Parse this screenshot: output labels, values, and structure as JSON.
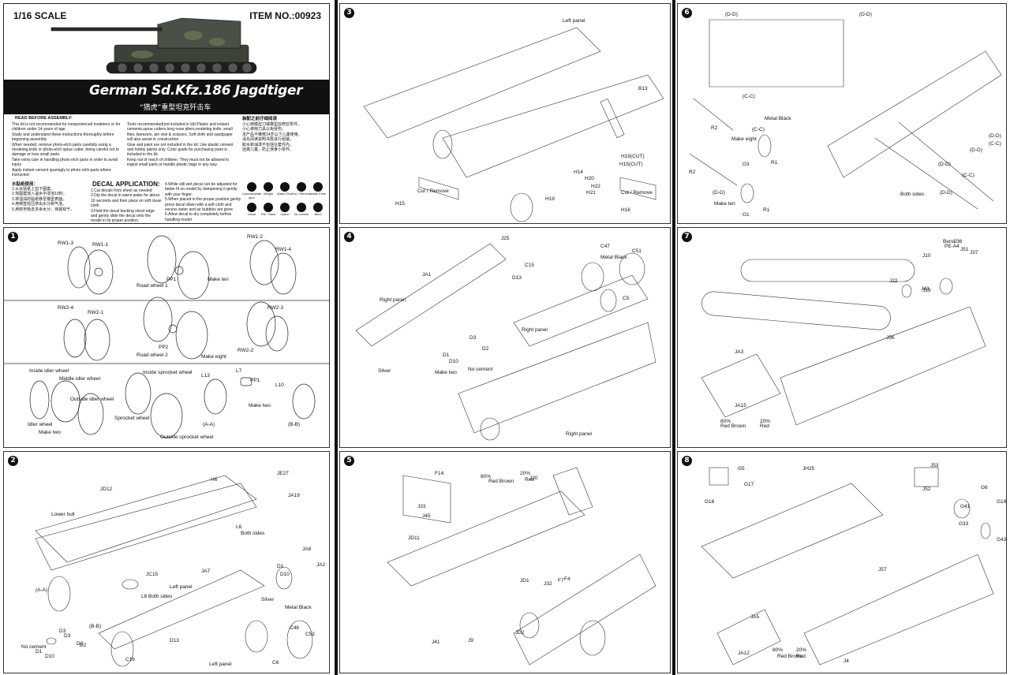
{
  "cover": {
    "scale": "1/16 SCALE",
    "item_no": "ITEM NO.:00923",
    "title": "German Sd.Kfz.186 Jagdtiger",
    "subtitle": "“猎虎”重型坦克歼击车",
    "read_before_header": "READ BEFORE ASSEMBLY:",
    "notes_left": [
      "This kit is not recommended for inexperienced modelers or for children under 14 years of age",
      "Study and understand these instructions thoroughly before beginning assembly",
      "When needed, remove photo-etch parts carefully using a modeling knife or photo-etch sprue cutter, being careful not to damage or lose small parts.",
      "Take extra care in handling photo etch parts in order to avoid injury",
      "Apply instant cement sparingly to photo etch parts where instructed"
    ],
    "notes_mid": [
      "Tools recommended(not included in kit):Plastic and instant cements,sprue cutters,long nose pliers,modeling knife, small files, tweezers, pin vise & scissors. Soft cloth and sandpaper will also assist in construction",
      "Glue and paint are not included in the kit. Use plastic cement and hobby paints only. Color guide for purchasing paint is included in the kit.",
      "Keep out of reach of children. They must not be allowed to ingest small parts or handle plastic bags in any way."
    ],
    "cn_header": "装配之前仔细阅读",
    "cn_notes": [
      "小心用模型刀或模型剪修剪零件。",
      "小心使用刀具以免受伤。",
      "本产品不推荐14岁以下儿童使用。",
      "请先阅读说明书再进行组装。",
      "胶水和油漆不包括在套件内。",
      "远离儿童，防止误食小零件。"
    ],
    "cn_water_header": "水贴纸使用：",
    "cn_water": [
      "1.从水贴纸上剪下图案。",
      "2.将图案放入温水中浸泡10秒。",
      "3.将湿润的贴纸移至模型表面。",
      "4.用棉签轻压挤出水分和气泡。",
      "5.用软布吸去多余水分，待其晾干。"
    ],
    "decal_header": "DECAL APPLICATION:",
    "decal_steps_a": [
      "1.Cut decals from sheet as needed",
      "2.Dip the decal in warm water for about 10 seconds and then place on soft clean cloth.",
      "3.Hold the decal backing sheet edge and gently slide the decal onto the model in its proper position."
    ],
    "decal_steps_b": [
      "4.While still wet,decal can be adjusted for better fit on model by dampening it gently with your finger.",
      "5.When placed in the proper position,gently press decal down with a soft cloth and excess water and air bubbles are gone.",
      "6.Allow decal to dry completely before handling model"
    ],
    "icons": [
      {
        "name": "cement-icon",
        "label": "Cyanoacrylate glue"
      },
      {
        "name": "weight-icon",
        "label": "Weight"
      },
      {
        "name": "make-icon",
        "label": "Make/ Glue"
      },
      {
        "name": "cut-icon",
        "label": "Cut / Remove"
      },
      {
        "name": "install-icon",
        "label": "Install it fine"
      },
      {
        "name": "decal-icon",
        "label": "Decal"
      },
      {
        "name": "file-icon",
        "label": "File / Sand"
      },
      {
        "name": "option-icon",
        "label": "Option"
      },
      {
        "name": "no-cement-icon",
        "label": "No cement"
      },
      {
        "name": "bend-icon",
        "label": "Bend"
      }
    ]
  },
  "steps": [
    {
      "num": "1",
      "labels": [
        "RW1-3",
        "RW1-1",
        "RW1-2",
        "RW1-4",
        "PP1",
        "Road wheel 1",
        "Make ten",
        "RW2-4",
        "RW2-1",
        "RW2-3",
        "PP2",
        "Road wheel 2",
        "Make eight",
        "RW2-2",
        "Inside idler wheel",
        "Middle idler wheel",
        "Outside idler wheel",
        "Idler wheel",
        "Make two",
        "Inside sprocket wheel",
        "L13",
        "Sprocket wheel",
        "Outside sprocket wheel",
        "L7",
        "PP1",
        "L10",
        "Make two",
        "(A-A)",
        "(B-B)"
      ]
    },
    {
      "num": "2",
      "labels": [
        "JD12",
        "H6",
        "JE27",
        "JA19",
        "Lower hull",
        "L6",
        "Both sides",
        "(A-A)",
        "(B-B)",
        "JC15",
        "L8 Both sides",
        "JA7",
        "Left panel",
        "JA8",
        "D1",
        "JA2",
        "D10",
        "D3",
        "D2",
        "No cement",
        "Silver",
        "Metal Black",
        "C48",
        "C52",
        "D13",
        "C16",
        "Left panel",
        "C6",
        "D1",
        "D10",
        "D3",
        "D2"
      ]
    },
    {
      "num": "3",
      "labels": [
        "Left panel",
        "B13",
        "H19(CUT)",
        "H15(CUT)",
        "H14",
        "H20",
        "H22",
        "H21",
        "H19",
        "H15",
        "Cut / Remove",
        "H16",
        "Cut / Remove"
      ]
    },
    {
      "num": "4",
      "labels": [
        "J25",
        "JA1",
        "C15",
        "D13",
        "Right panel",
        "C47",
        "C51",
        "Metal Black",
        "C5",
        "Right panel",
        "D3",
        "D2",
        "D1",
        "D10",
        "No cement",
        "Make two",
        "Silver",
        "Right panel"
      ]
    },
    {
      "num": "5",
      "labels": [
        "F14",
        "J33",
        "J45",
        "80%",
        "Red Brown",
        "20%",
        "Red",
        "J20",
        "JD11",
        "JD1",
        "J32",
        "F7",
        "F4",
        "JD2",
        "J41",
        "J9"
      ]
    },
    {
      "num": "6",
      "labels": [
        "(D-D)",
        "(D-D)",
        "(C-C)",
        "(C-C)",
        "Metal Black",
        "R2",
        "Make eight",
        "G3",
        "R1",
        "R2",
        "(D-D)",
        "Make ten",
        "G1",
        "R1",
        "(D-D)",
        "(C-C)",
        "(D-D)",
        "Both sides",
        "(D-D)",
        "(D-D)",
        "(C-C)"
      ]
    },
    {
      "num": "7",
      "labels": [
        "Bend",
        "PE-A4",
        "J36",
        "J51",
        "J37",
        "J10",
        "J22",
        "J43",
        "J19",
        "J56",
        "JA3",
        "JA15",
        "80%",
        "Red Brown",
        "20%",
        "Red"
      ]
    },
    {
      "num": "8",
      "labels": [
        "G5",
        "G17",
        "G18",
        "JH25",
        "J53",
        "J52",
        "G6",
        "G41",
        "G19",
        "G33",
        "G43",
        "J57",
        "JA5",
        "JA12",
        "80%",
        "Red Brown",
        "20%",
        "Red",
        "J4"
      ]
    }
  ]
}
